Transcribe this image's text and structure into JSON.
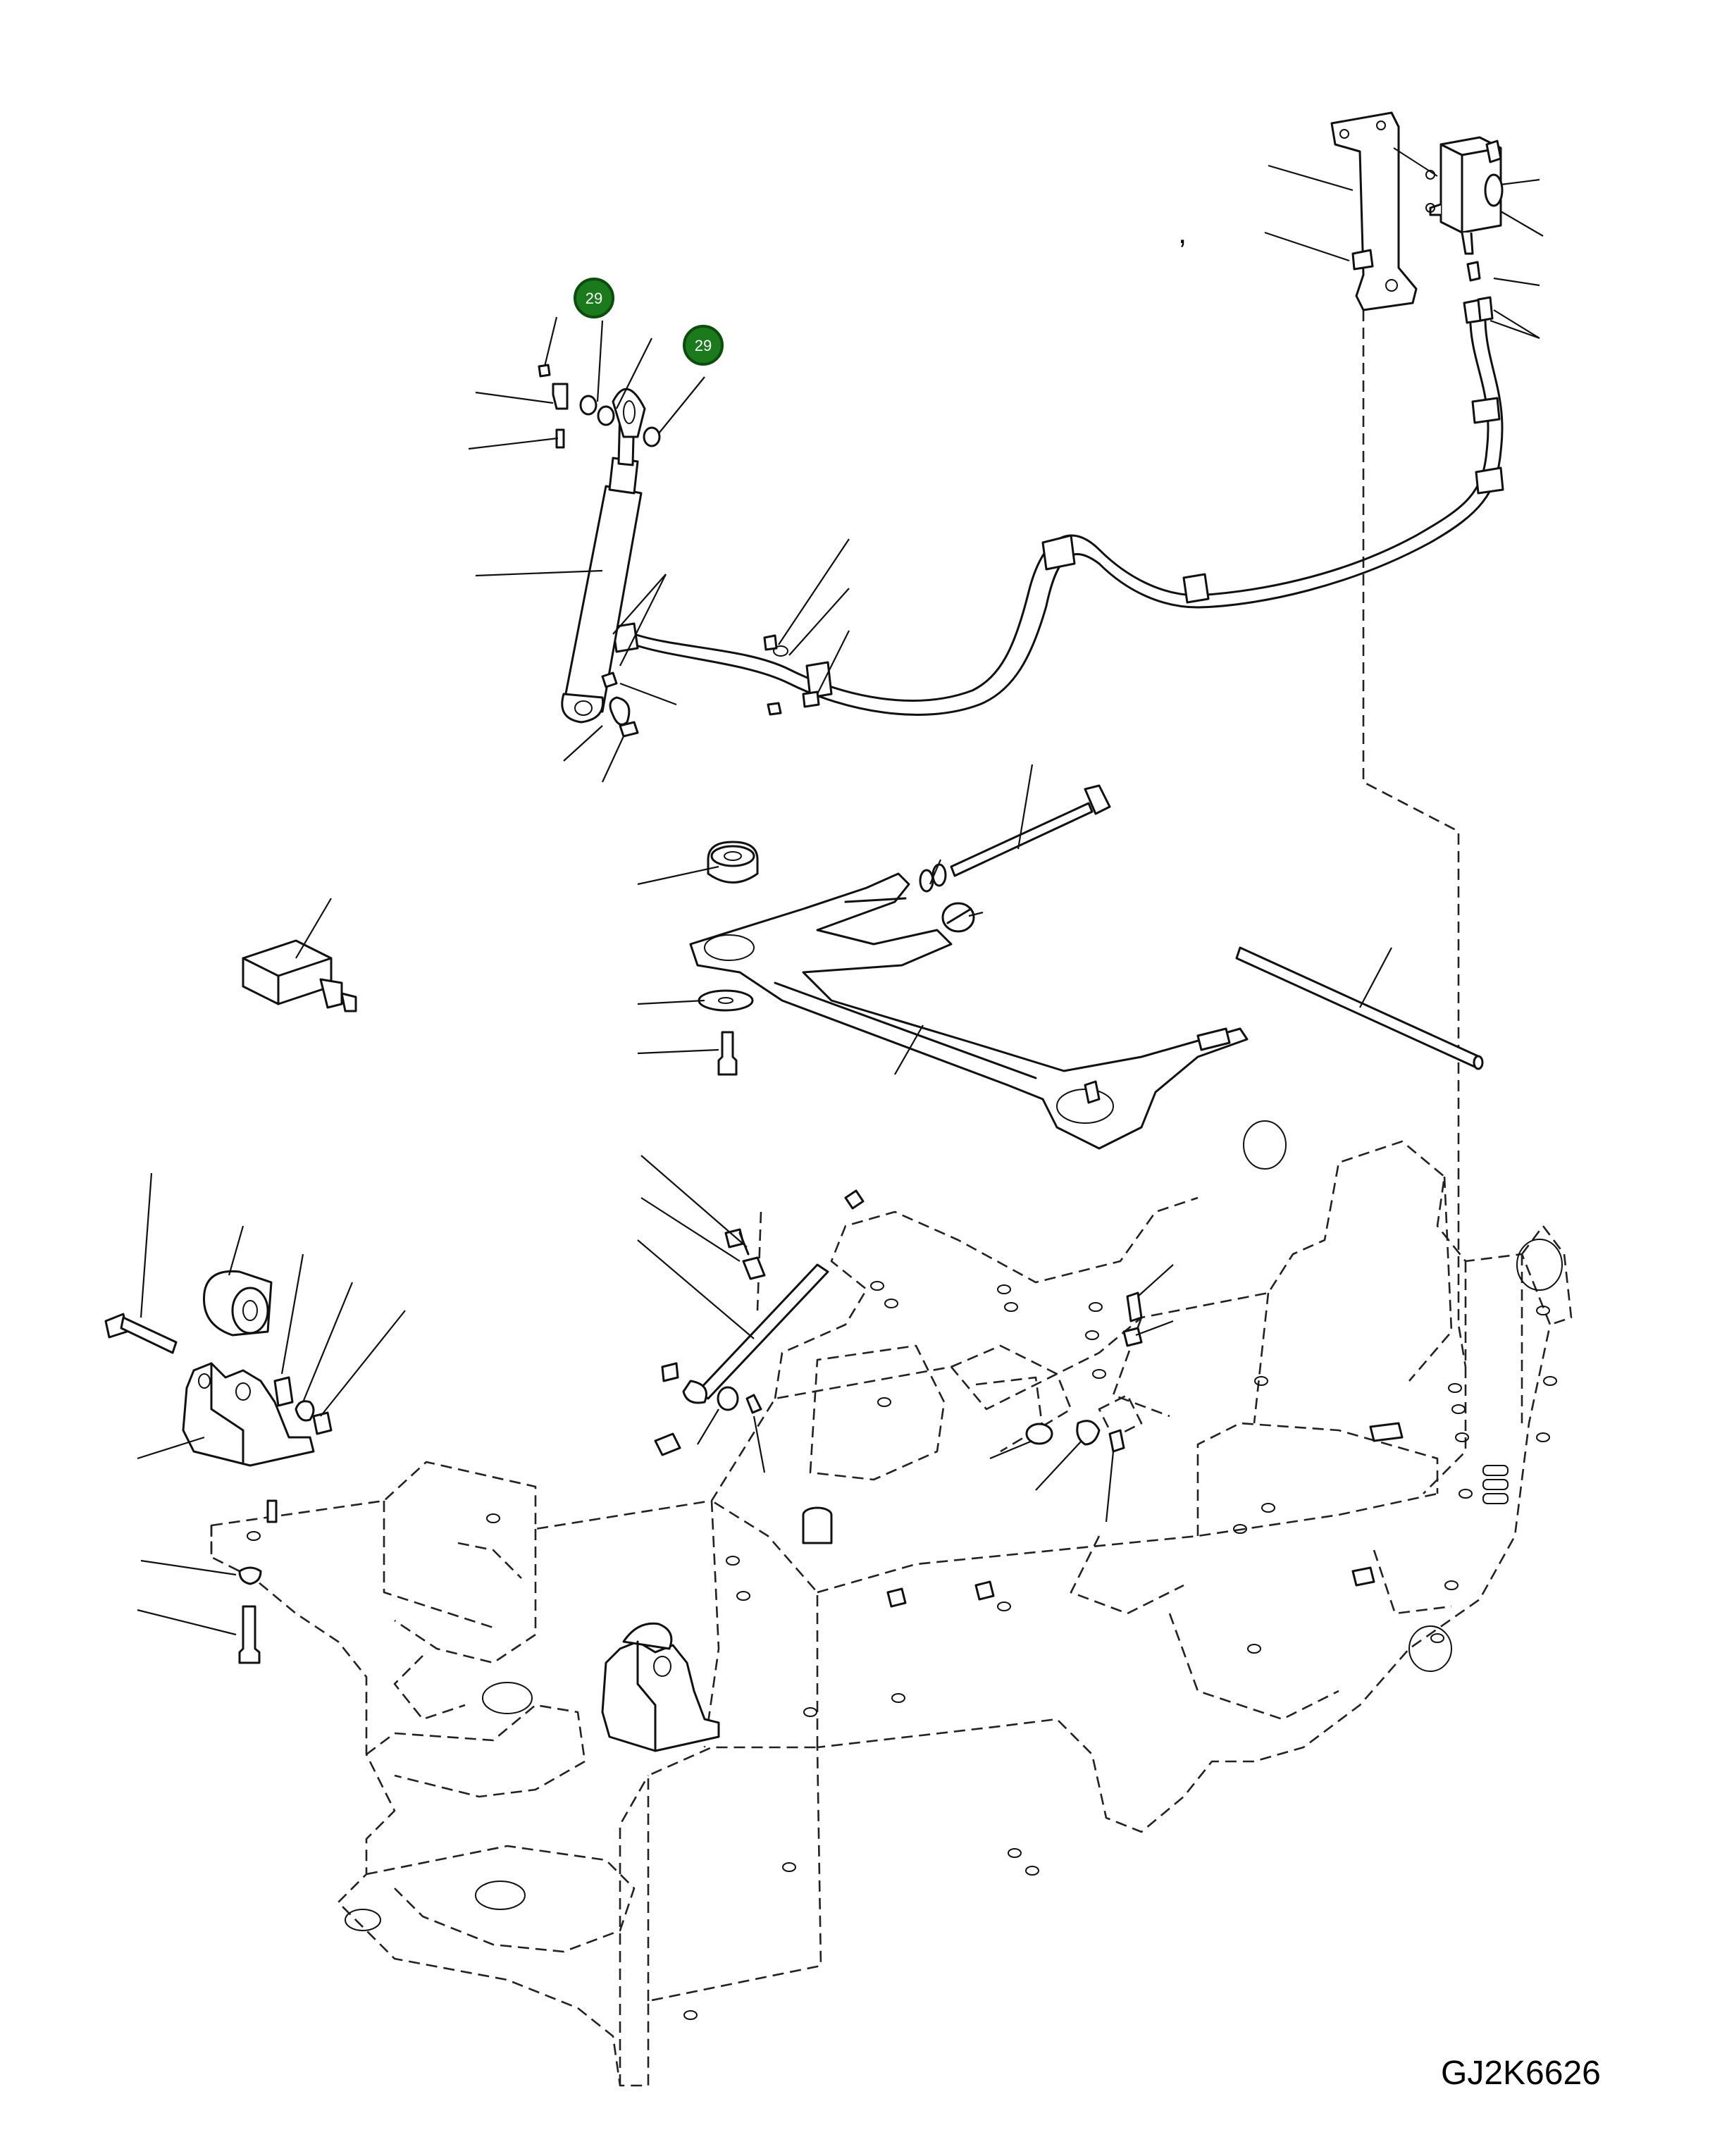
{
  "figure": {
    "reference_code": "GJ2K6626",
    "stray_mark": ","
  },
  "callouts": [
    {
      "label": "29"
    },
    {
      "label": "29"
    }
  ],
  "colors": {
    "callout_fill": "#1b7a1b",
    "line": "#111111",
    "background": "#ffffff"
  }
}
